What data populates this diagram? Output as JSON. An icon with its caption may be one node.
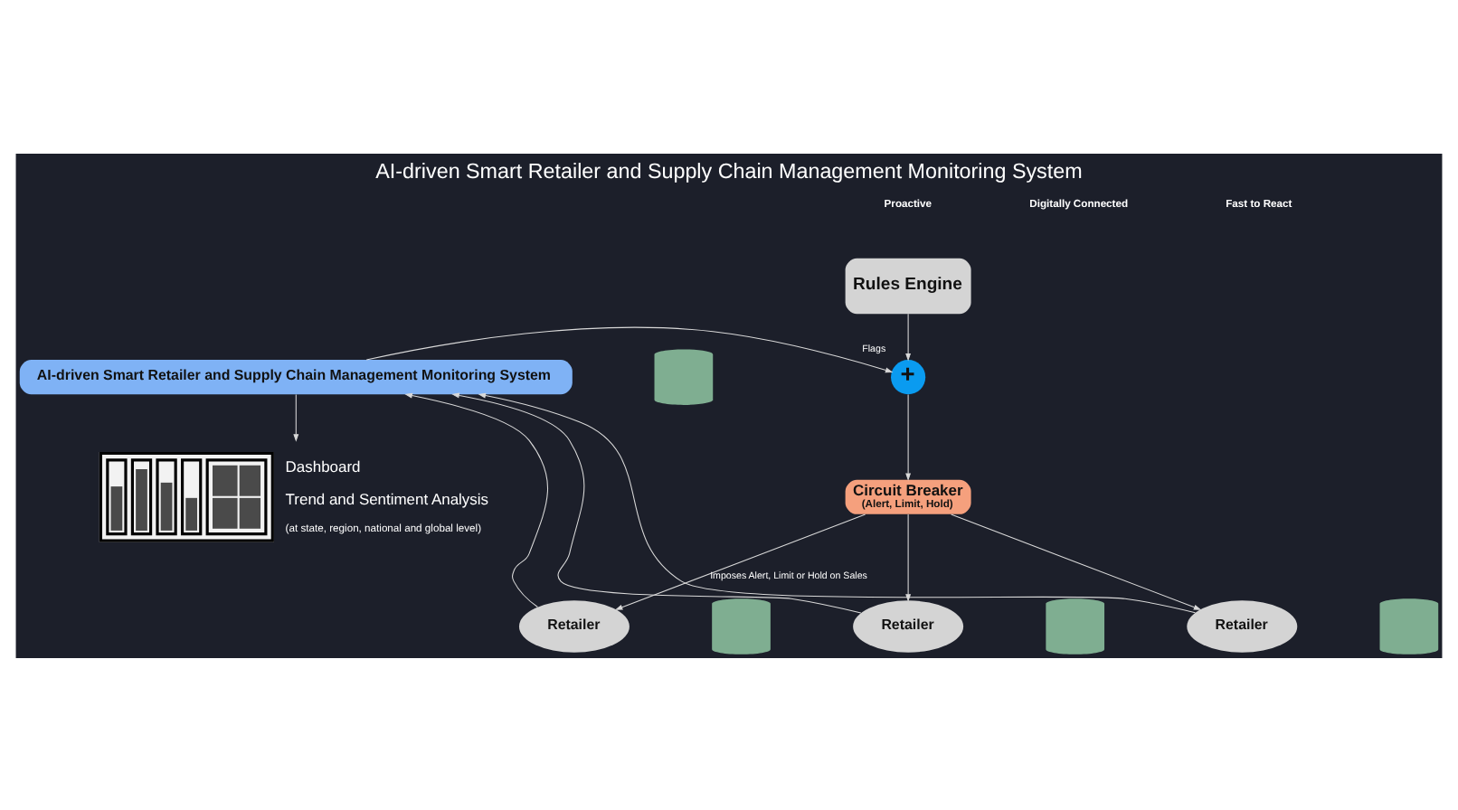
{
  "diagram": {
    "title": "AI-driven Smart Retailer and Supply Chain Management Monitoring System",
    "nodes": [
      {
        "text": [
          "Rules Engine"
        ]
      },
      {
        "text": [
          "+"
        ]
      },
      {
        "text": [
          "AI-driven Smart Retailer and Supply Chain Management Monitoring System"
        ]
      },
      {
        "text": [
          "Circuit Breaker",
          "(Alert, Limit, Hold)"
        ]
      },
      {
        "text": [],
        "shape": "picture",
        "beside": [
          "Dashboard",
          "Trend and Sentiment Analysis",
          "(at state, region, national and global level)"
        ]
      },
      {
        "text": [
          "Retailer"
        ]
      },
      {
        "text": [
          "Retailer"
        ]
      },
      {
        "text": [
          "Retailer"
        ]
      },
      {
        "text": [],
        "shape": "cylinder"
      },
      {
        "text": [],
        "shape": "cylinder"
      },
      {
        "text": [],
        "shape": "cylinder"
      },
      {
        "text": [],
        "shape": "cylinder"
      }
    ],
    "edges": [
      {
        "from": 0,
        "to": 1,
        "arrow": "to"
      },
      {
        "from": 2,
        "to": 1,
        "arrow": "to",
        "label": "Flags"
      },
      {
        "from": 1,
        "to": 3,
        "arrow": "to"
      },
      {
        "from": 2,
        "to": 4,
        "arrow": "to"
      },
      {
        "from": 3,
        "to": 5,
        "arrow": "to",
        "label": "Imposes Alert, Limit or Hold on Sales"
      },
      {
        "from": 3,
        "to": 6,
        "arrow": "to"
      },
      {
        "from": 3,
        "to": 7,
        "arrow": "to"
      },
      {
        "from": 5,
        "to": 2,
        "arrow": "to"
      },
      {
        "from": 6,
        "to": 2,
        "arrow": "to"
      },
      {
        "from": 7,
        "to": 2,
        "arrow": "to"
      }
    ],
    "labels": [
      "Proactive",
      "Digitally Connected",
      "Fast to React"
    ]
  }
}
